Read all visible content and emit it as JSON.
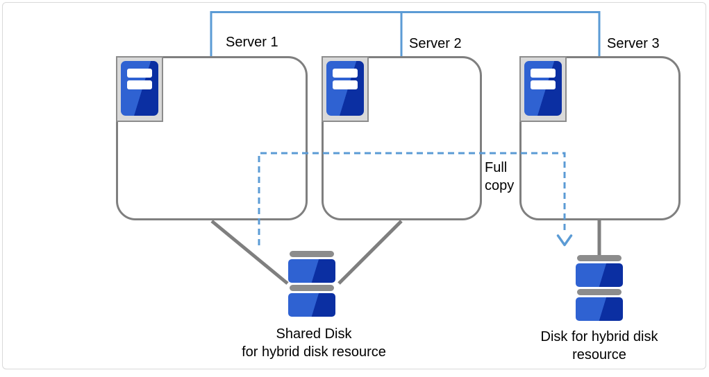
{
  "servers": [
    {
      "label": "Server 1"
    },
    {
      "label": "Server 2"
    },
    {
      "label": "Server 3"
    }
  ],
  "labels": {
    "full_copy": "Full\ncopy",
    "shared_disk": "Shared Disk\nfor hybrid disk resource",
    "hybrid_disk": "Disk for hybrid disk\nresource"
  },
  "icons": {
    "server_icon": "server-tower",
    "shared_disk_icon": "stacked-disks",
    "hybrid_disk_icon": "stacked-disks",
    "full_copy_arrow": "dashed-arrow-down"
  },
  "colors": {
    "connector_blue": "#5B9BD5",
    "line_gray": "#7F7F7F",
    "icon_frame_fill": "#D9D9D9",
    "icon_frame_border": "#8C8C8C",
    "icon_blue_light": "#2F62D2",
    "icon_blue_dark": "#0B2FA2",
    "disk_cap_gray": "#8C8C8C",
    "text": "#000000",
    "canvas_border": "#D9D9D9"
  }
}
